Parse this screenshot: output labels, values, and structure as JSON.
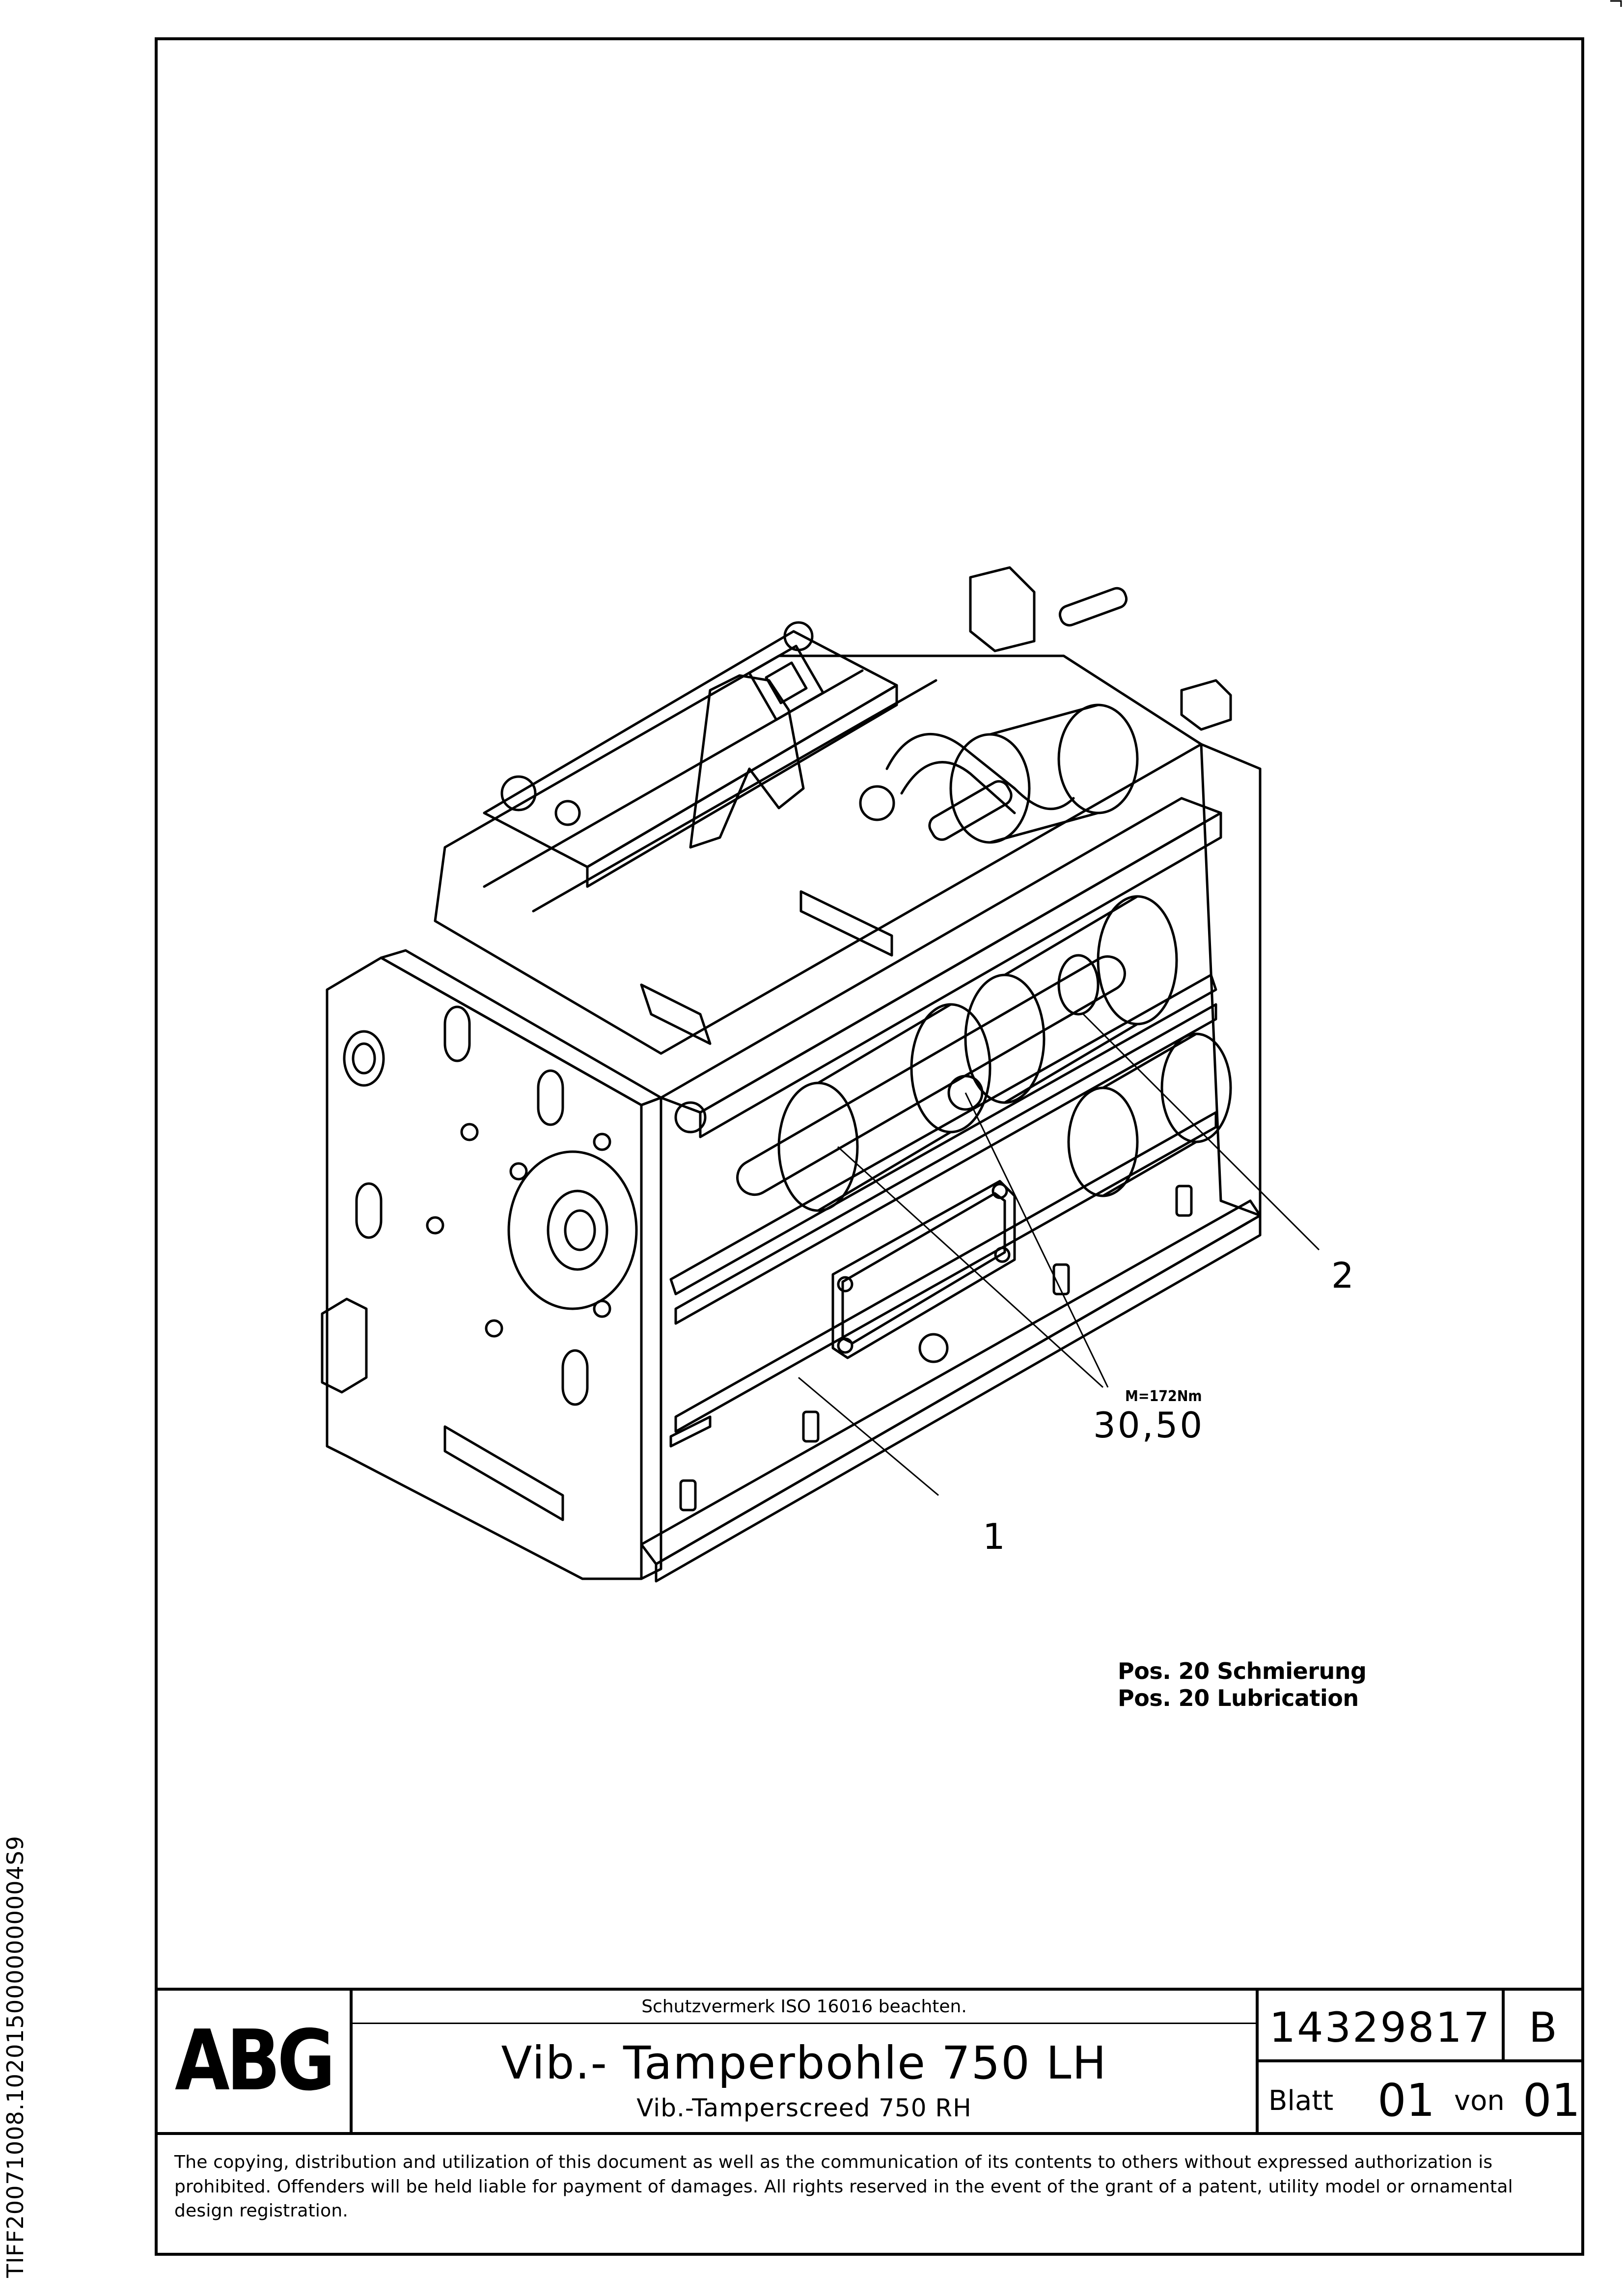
{
  "side_code": "TIFF20071008.1020150000000004S9",
  "callouts": {
    "item_1": "1",
    "item_2": "2",
    "item_30_50": "30,50",
    "torque": "M=172Nm"
  },
  "notes": {
    "line1": "Pos. 20 Schmierung",
    "line2": "Pos. 20 Lubrication"
  },
  "title_block": {
    "logo": "ABG",
    "protection_note": "Schutzvermerk ISO 16016 beachten.",
    "title_de": "Vib.- Tamperbohle 750 LH",
    "title_en": "Vib.-Tamperscreed 750 RH",
    "drawing_number": "14329817",
    "revision": "B",
    "sheet_label": "Blatt",
    "sheet_number": "01",
    "of_label": "von",
    "sheet_total": "01"
  },
  "footer": {
    "copyright": "The copying, distribution and utilization of this document as well as the communication of its contents to others without expressed authorization is prohibited. Offenders will be held liable for payment of damages. All rights reserved in the event of the grant of a patent, utility model or ornamental design registration."
  }
}
